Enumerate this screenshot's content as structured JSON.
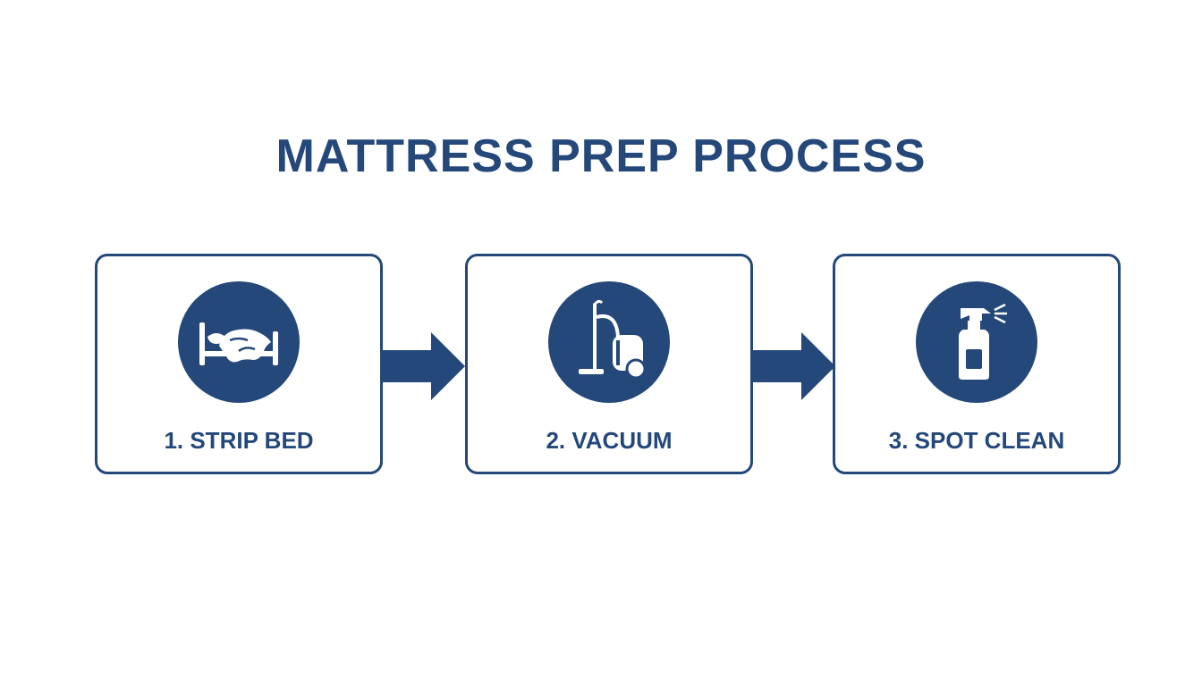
{
  "title": "MATTRESS PREP PROCESS",
  "colors": {
    "primary": "#24487a",
    "background": "#ffffff"
  },
  "steps": [
    {
      "label": "1. STRIP BED",
      "icon": "bed-sheet-icon"
    },
    {
      "label": "2. VACUUM",
      "icon": "vacuum-icon"
    },
    {
      "label": "3. SPOT CLEAN",
      "icon": "spray-bottle-icon"
    }
  ]
}
